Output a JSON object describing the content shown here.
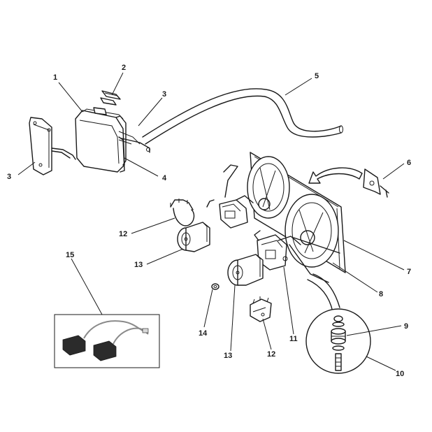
{
  "colors": {
    "ink": "#1a1a1a",
    "shading": "#cfcfcf",
    "inset_brush": "#2b2b2b"
  },
  "labels": {
    "l1": "1",
    "l2": "2",
    "l3a": "3",
    "l3b": "3",
    "l4": "4",
    "l5": "5",
    "l6": "6",
    "l7": "7",
    "l8": "8",
    "l9": "9",
    "l10": "10",
    "l11": "11",
    "l12a": "12",
    "l12b": "12",
    "l13a": "13",
    "l13b": "13",
    "l14": "14",
    "l15": "15"
  }
}
